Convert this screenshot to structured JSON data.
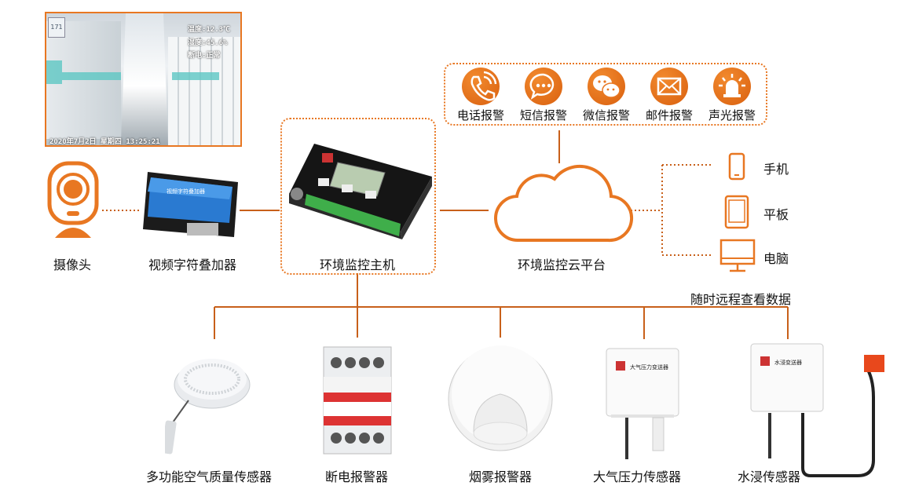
{
  "colors": {
    "accent": "#e87722",
    "line": "#c8601a"
  },
  "camera_feed": {
    "temperature": "温度:12.3℃",
    "humidity": "湿度:45.6%",
    "power": "断电:正常",
    "datetime": "2020年7月2日  星期四  13:25:21",
    "room_tag": "171"
  },
  "alarms": [
    {
      "label": "电话报警",
      "icon": "phone-icon"
    },
    {
      "label": "短信报警",
      "icon": "sms-icon"
    },
    {
      "label": "微信报警",
      "icon": "wechat-icon"
    },
    {
      "label": "邮件报警",
      "icon": "mail-icon"
    },
    {
      "label": "声光报警",
      "icon": "siren-icon"
    }
  ],
  "nodes": {
    "camera": "摄像头",
    "overlay": "视频字符叠加器",
    "host": "环境监控主机",
    "cloud": "环境监控云平台"
  },
  "clients": [
    {
      "label": "手机",
      "icon": "mobile-icon"
    },
    {
      "label": "平板",
      "icon": "tablet-icon"
    },
    {
      "label": "电脑",
      "icon": "monitor-icon"
    }
  ],
  "remote_note": "随时远程查看数据",
  "sensors": [
    {
      "label": "多功能空气质量传感器"
    },
    {
      "label": "断电报警器"
    },
    {
      "label": "烟雾报警器"
    },
    {
      "label": "大气压力传感器",
      "device_text": "大气压力变送器"
    },
    {
      "label": "水浸传感器",
      "device_text": "水浸变送器"
    }
  ]
}
